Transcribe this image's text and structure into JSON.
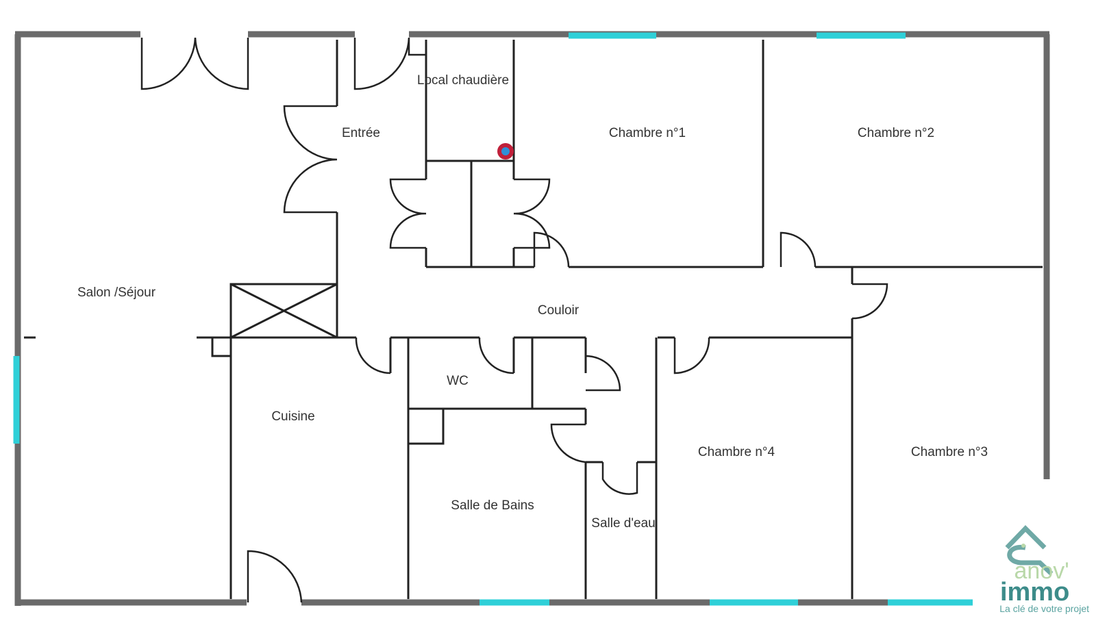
{
  "rooms": {
    "salon": "Salon /Séjour",
    "entree": "Entrée",
    "local": "Local chaudière",
    "ch1": "Chambre n°1",
    "ch2": "Chambre n°2",
    "couloir": "Couloir",
    "wc": "WC",
    "cuisine": "Cuisine",
    "sdb": "Salle de Bains",
    "sde": "Salle d'eau",
    "ch4": "Chambre n°4",
    "ch3": "Chambre n°3"
  },
  "logo": {
    "anov": "anov'",
    "immo": "immo",
    "tagline": "La clé de votre projet"
  },
  "colors": {
    "wall": "#6a6a6a",
    "window": "#2fd0d8",
    "marker": "#c0203a",
    "logo": "#3d8c8a"
  }
}
